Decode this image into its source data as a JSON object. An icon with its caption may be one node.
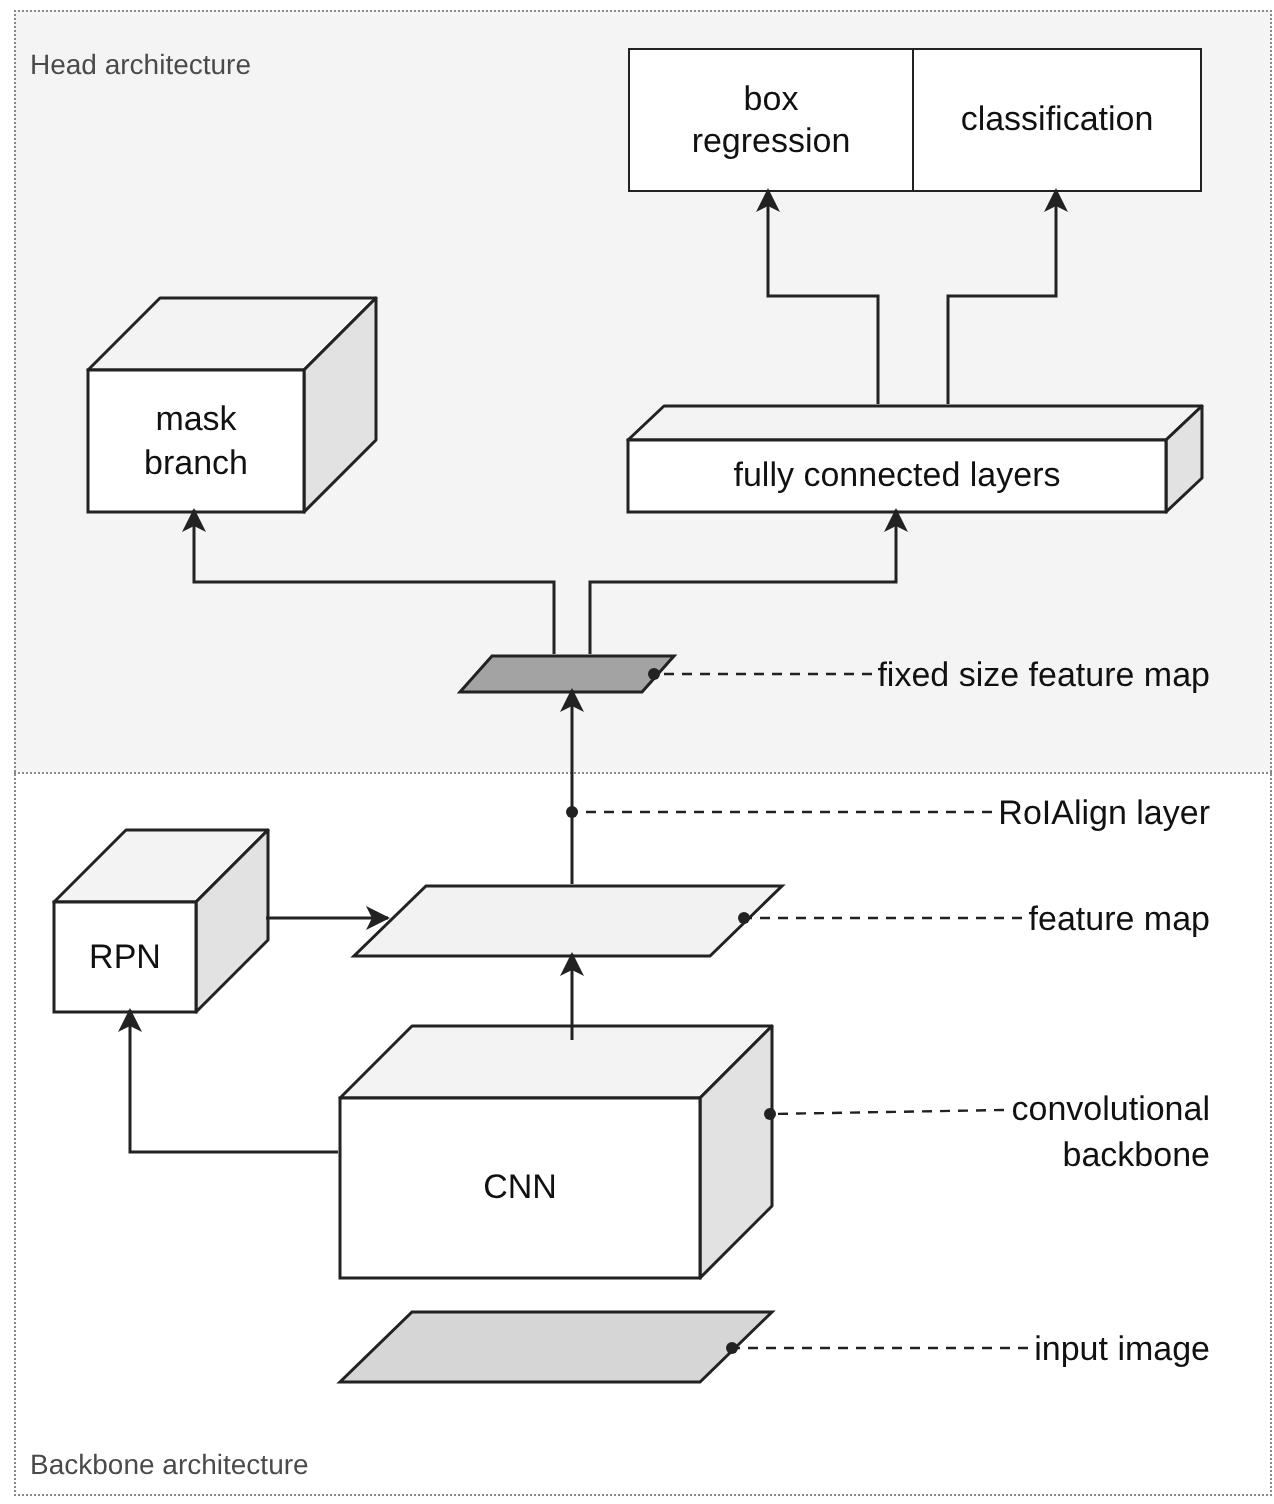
{
  "diagram": {
    "nodes": [
      {
        "text": [
          "Head architecture"
        ]
      },
      {
        "text": [
          "box regression"
        ],
        "in": 0
      },
      {
        "text": [
          "classification"
        ],
        "in": 0
      },
      {
        "text": [
          "mask branch"
        ],
        "in": 0
      },
      {
        "text": [
          "fully connected layers"
        ],
        "in": 0
      },
      {
        "text": [],
        "shape": "parallelogram",
        "in": 0
      },
      {
        "text": [
          "fixed size feature map"
        ],
        "in": 0
      },
      {
        "text": [
          "Backbone architecture"
        ]
      },
      {
        "text": [
          "RPN"
        ],
        "in": 7
      },
      {
        "text": [],
        "shape": "parallelogram",
        "in": 7
      },
      {
        "text": [
          "CNN"
        ],
        "in": 7
      },
      {
        "text": [],
        "shape": "parallelogram",
        "in": 7
      },
      {
        "text": [
          "RoIAlign layer"
        ],
        "in": 7
      },
      {
        "text": [
          "feature map"
        ],
        "in": 7
      },
      {
        "text": [
          "convolutional backbone"
        ],
        "in": 7
      },
      {
        "text": [
          "input image"
        ],
        "in": 7
      }
    ],
    "edges": [
      {
        "from": 10,
        "to": 8,
        "arrow": "to"
      },
      {
        "from": 8,
        "to": 9,
        "arrow": "to"
      },
      {
        "from": 10,
        "to": 9,
        "arrow": "to"
      },
      {
        "from": 9,
        "to": 5,
        "arrow": "to"
      },
      {
        "from": 5,
        "to": 3,
        "arrow": "to"
      },
      {
        "from": 5,
        "to": 4,
        "arrow": "to"
      },
      {
        "from": 4,
        "to": 1,
        "arrow": "to"
      },
      {
        "from": 4,
        "to": 2,
        "arrow": "to"
      },
      {
        "from": 6,
        "to": 5,
        "arrow": "other",
        "style": "dashed"
      },
      {
        "from": 12,
        "to": null,
        "arrow": "other",
        "style": "dashed"
      },
      {
        "from": 13,
        "to": 9,
        "arrow": "other",
        "style": "dashed"
      },
      {
        "from": 14,
        "to": 10,
        "arrow": "other",
        "style": "dashed"
      },
      {
        "from": 15,
        "to": 11,
        "arrow": "other",
        "style": "dashed"
      }
    ]
  }
}
